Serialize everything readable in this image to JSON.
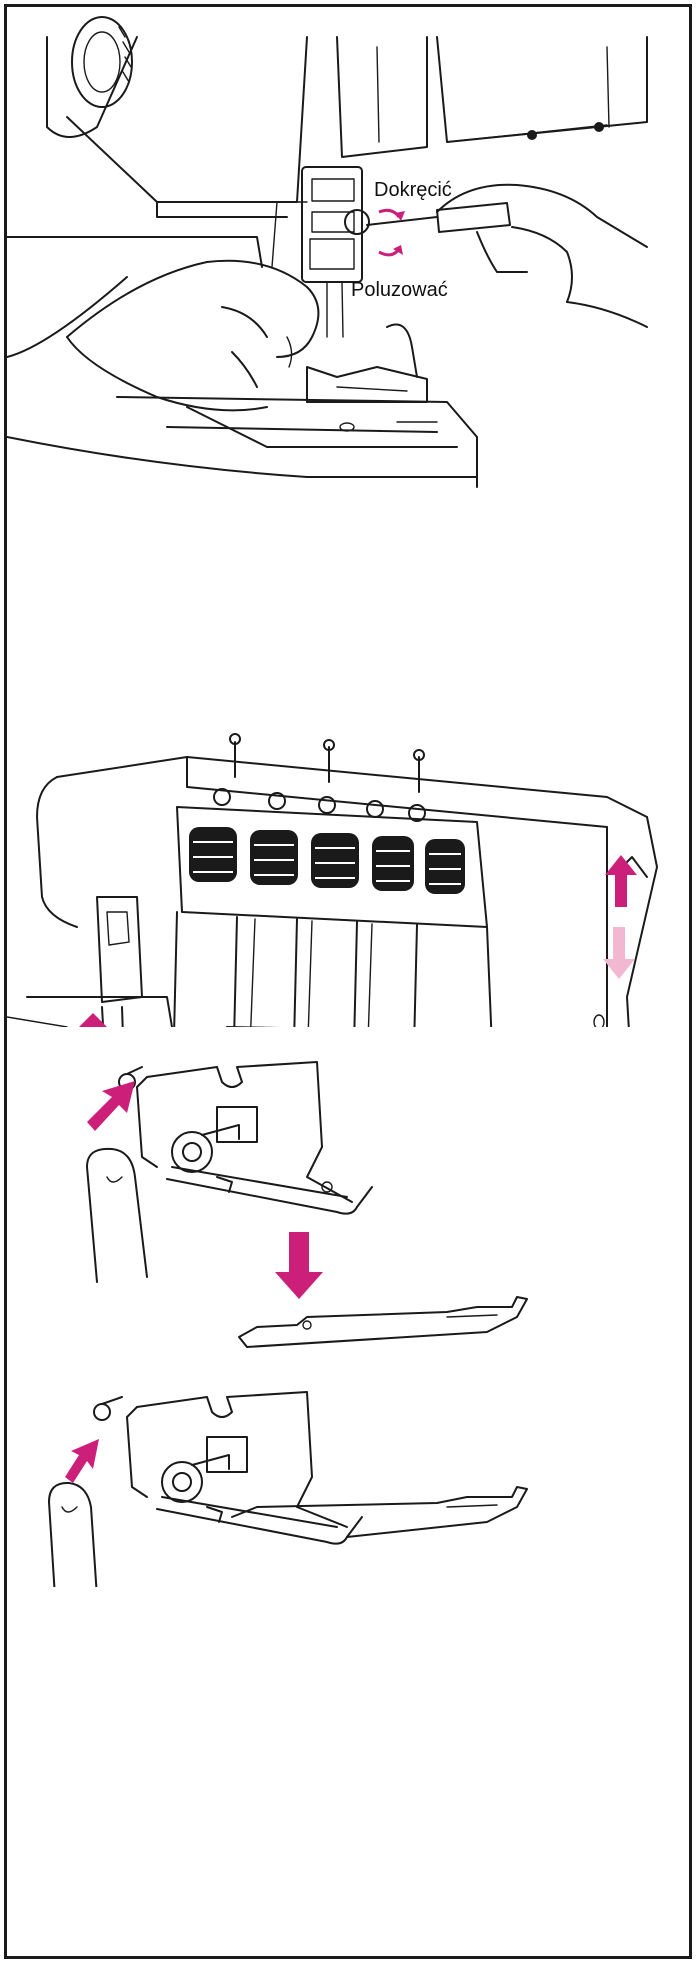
{
  "labels": {
    "tighten": "Dokręcić",
    "loosen": "Poluzować"
  },
  "colors": {
    "accent": "#cc1f7a",
    "accent_light": "#f2b8d2",
    "ink": "#1a1a1a",
    "border": "#1a1a1a"
  },
  "figures": [
    {
      "id": "presser-foot-screw",
      "icon": "screwdriver-icon"
    },
    {
      "id": "presser-lever-lift",
      "icon": "arrow-up-icon"
    },
    {
      "id": "snap-on-foot-change",
      "icon": "arrow-down-icon"
    }
  ]
}
